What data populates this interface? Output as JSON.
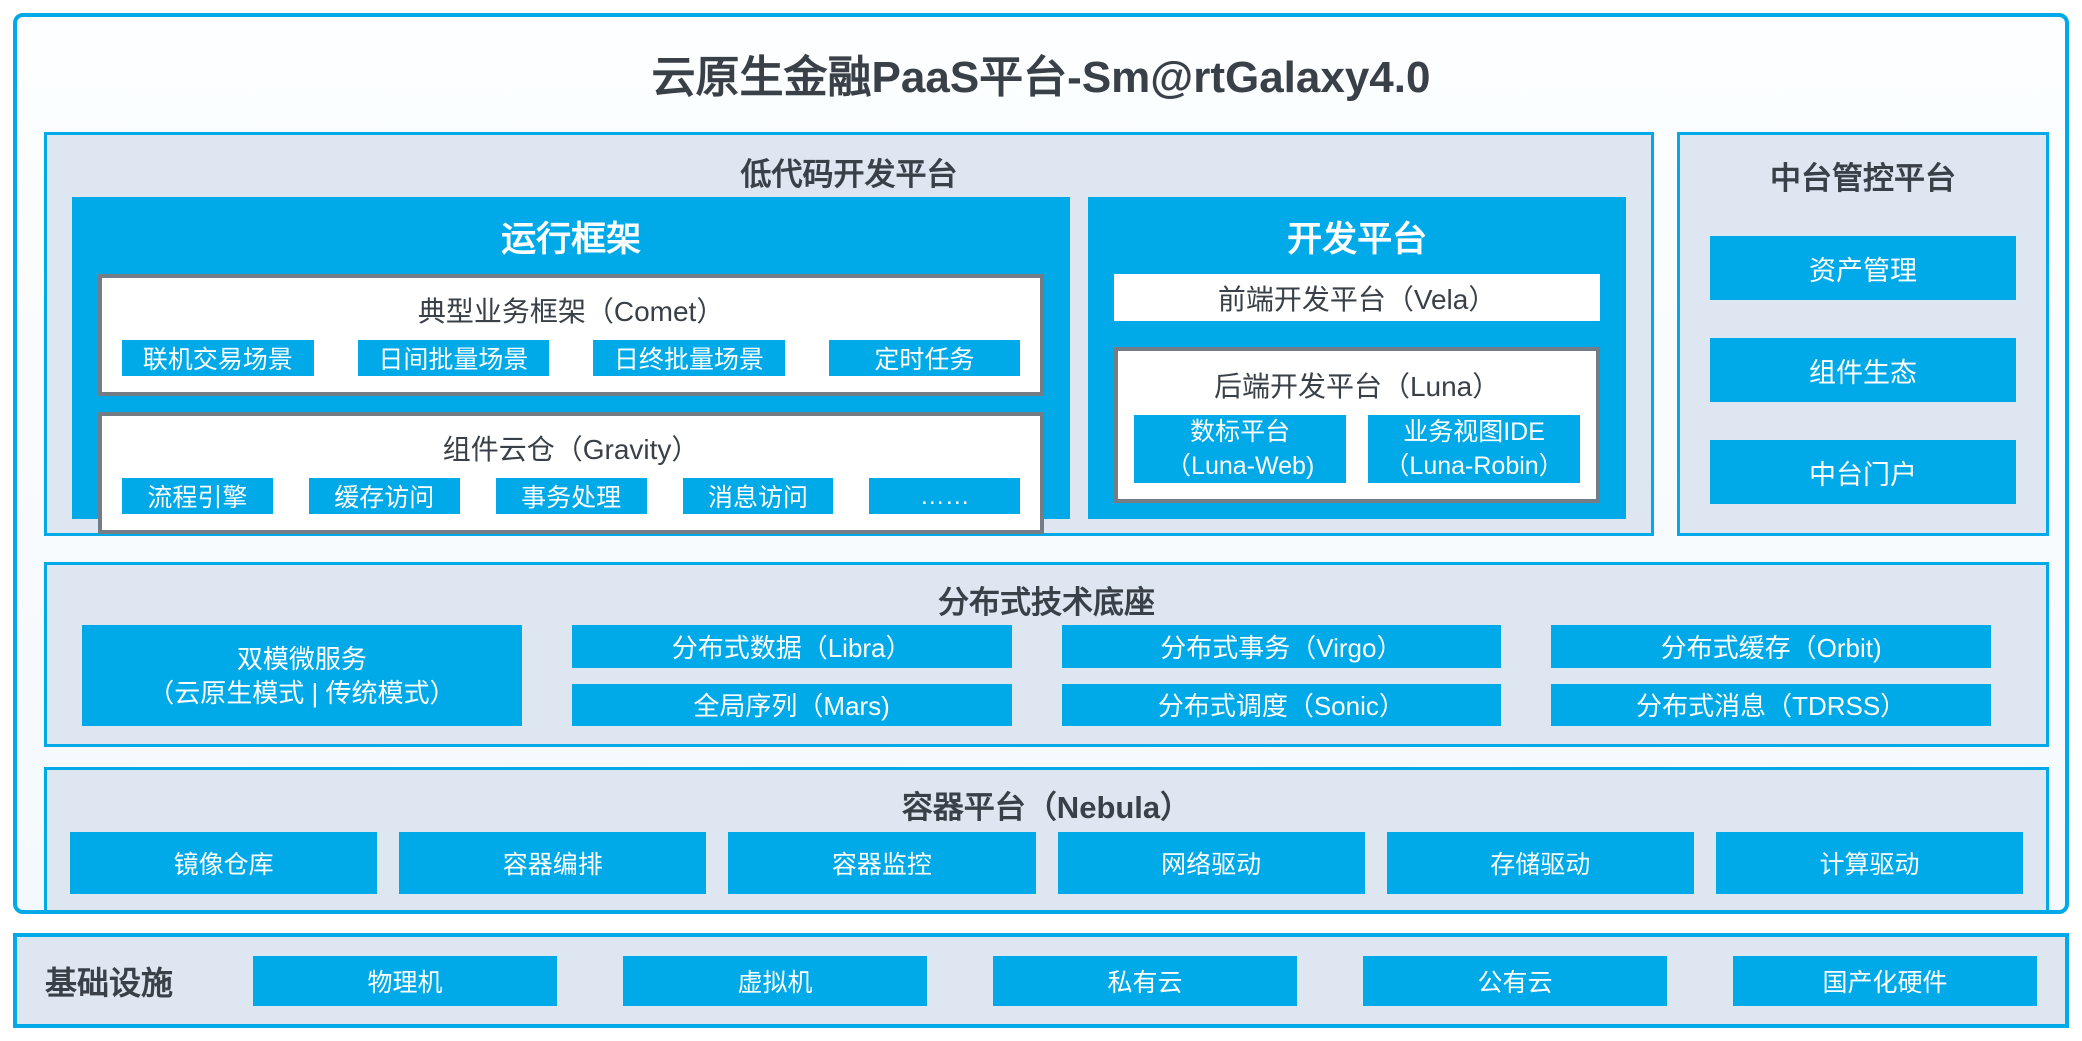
{
  "title": "云原生金融PaaS平台-Sm@rtGalaxy4.0",
  "colors": {
    "accent_blue": "#00a9e8",
    "panel_bg": "#dee6f1",
    "gray_border": "#747c85",
    "dark_text": "#3a4048"
  },
  "low_code": {
    "header": "低代码开发平台",
    "runtime": {
      "title": "运行框架",
      "comet": {
        "title": "典型业务框架（Comet）",
        "items": [
          "联机交易场景",
          "日间批量场景",
          "日终批量场景",
          "定时任务"
        ]
      },
      "gravity": {
        "title": "组件云仓（Gravity）",
        "items": [
          "流程引擎",
          "缓存访问",
          "事务处理",
          "消息访问",
          "……"
        ]
      }
    },
    "dev": {
      "title": "开发平台",
      "vela": "前端开发平台（Vela）",
      "luna": {
        "title": "后端开发平台（Luna）",
        "items": [
          {
            "line1": "数标平台",
            "line2": "（Luna-Web)"
          },
          {
            "line1": "业务视图IDE",
            "line2": "（Luna-Robin）"
          }
        ]
      }
    }
  },
  "mid_platform": {
    "header": "中台管控平台",
    "items": [
      "资产管理",
      "组件生态",
      "中台门户"
    ]
  },
  "distributed": {
    "header": "分布式技术底座",
    "dual_mode": {
      "line1": "双模微服务",
      "line2": "（云原生模式 | 传统模式）"
    },
    "columns": [
      {
        "top": "分布式数据（Libra）",
        "bottom": "全局序列（Mars)"
      },
      {
        "top": "分布式事务（Virgo）",
        "bottom": "分布式调度（Sonic）"
      },
      {
        "top": "分布式缓存（Orbit)",
        "bottom": "分布式消息（TDRSS）"
      }
    ]
  },
  "container": {
    "header": "容器平台（Nebula）",
    "items": [
      "镜像仓库",
      "容器编排",
      "容器监控",
      "网络驱动",
      "存储驱动",
      "计算驱动"
    ]
  },
  "infrastructure": {
    "header": "基础设施",
    "items": [
      "物理机",
      "虚拟机",
      "私有云",
      "公有云",
      "国产化硬件"
    ]
  }
}
